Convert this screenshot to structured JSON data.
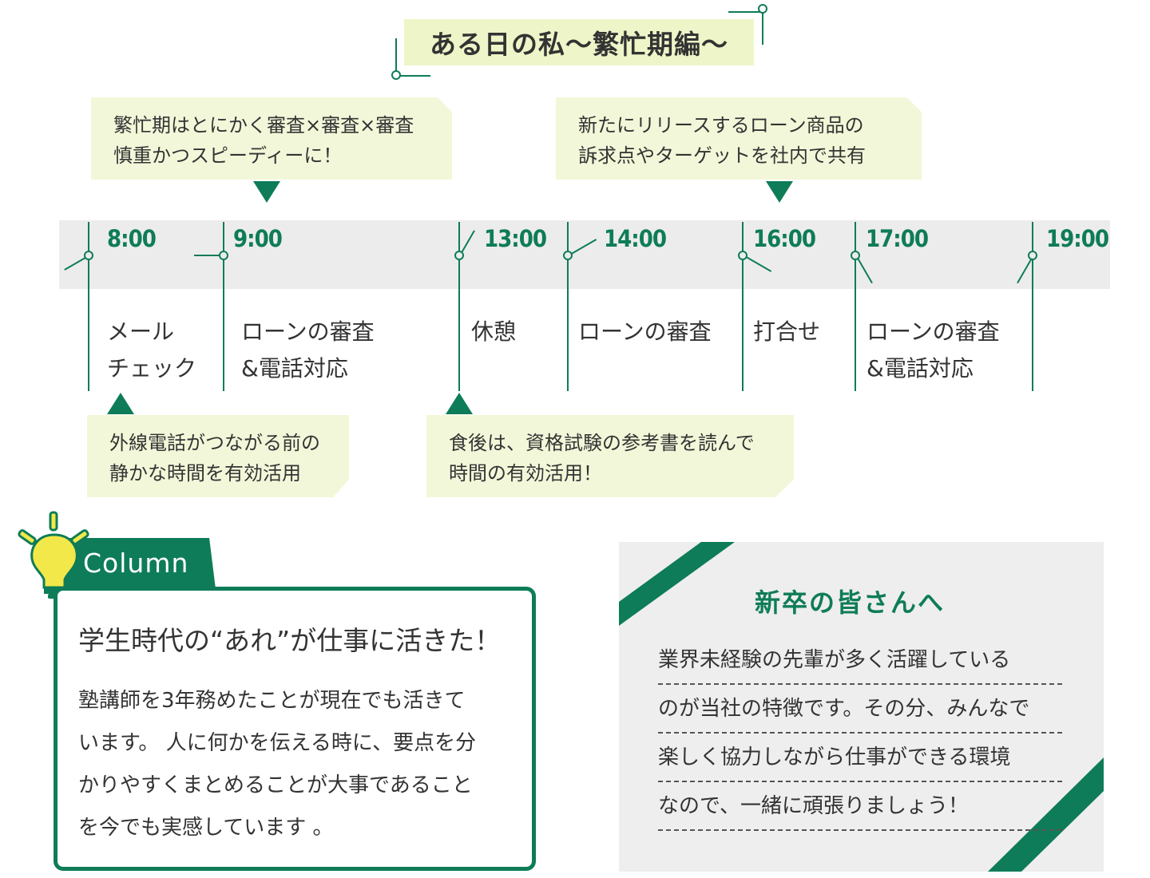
{
  "heading": "ある日の私～繁忙期編～",
  "callouts": {
    "top_left": [
      "繁忙期はとにかく審査×審査×審査",
      "慎重かつスピーディーに！"
    ],
    "top_right": [
      "新たにリリースするローン商品の",
      "訴求点やターゲットを社内で共有"
    ],
    "bottom_left": [
      "外線電話がつながる前の",
      "静かな時間を有効活用"
    ],
    "bottom_mid": [
      "食後は、資格試験の参考書を読んで",
      "時間の有効活用！"
    ]
  },
  "schedule": [
    {
      "time": "8:00",
      "activity": [
        "メール",
        "チェック"
      ]
    },
    {
      "time": "9:00",
      "activity": [
        "ローンの審査",
        "&電話対応"
      ]
    },
    {
      "time": "13:00",
      "activity": [
        "休憩"
      ]
    },
    {
      "time": "14:00",
      "activity": [
        "ローンの審査"
      ]
    },
    {
      "time": "16:00",
      "activity": [
        "打合せ"
      ]
    },
    {
      "time": "17:00",
      "activity": [
        "ローンの審査",
        "&電話対応"
      ]
    },
    {
      "time": "19:00",
      "activity": []
    }
  ],
  "column": {
    "label": "Column",
    "heading": "学生時代の“あれ”が仕事に活きた！",
    "body": [
      "塾講師を3年務めたことが現在でも活きて",
      "います。 人に何かを伝える時に、要点を分",
      "かりやすくまとめることが大事であること",
      "を今でも実感しています 。"
    ]
  },
  "message": {
    "title": "新卒の皆さんへ",
    "body": [
      "業界未経験の先輩が多く活躍している",
      "のが当社の特徴です。その分、みんなで",
      "楽しく協力しながら仕事ができる環境",
      "なので、一緒に頑張りましょう！"
    ]
  },
  "colors": {
    "accent": "#0e7c58",
    "callout_bg": "#f3f7d9",
    "heading_bg": "#eef5c8",
    "band_bg": "#ececec"
  }
}
